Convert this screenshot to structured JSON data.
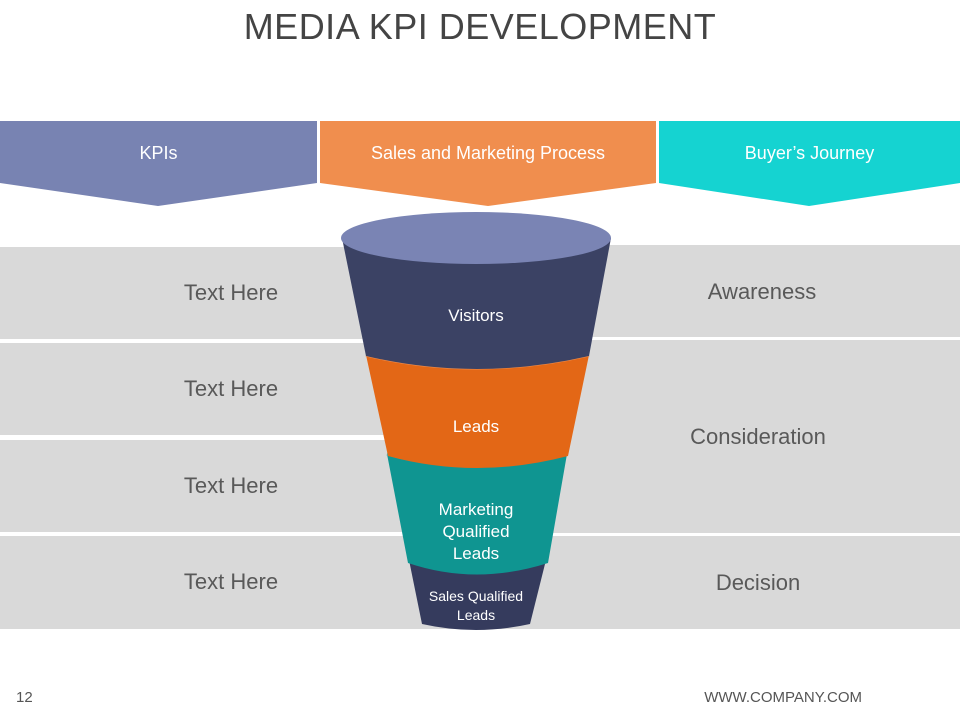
{
  "title": "MEDIA KPI DEVELOPMENT",
  "colors": {
    "kpi_header": "#7883b2",
    "process_header": "#f08e4e",
    "journey_header": "#15d3d1",
    "band": "#d9d9d9",
    "visitors": "#3b4264",
    "visitors_top": "#7a84b4",
    "leads": "#e36716",
    "mql": "#0f9591",
    "sql": "#353b5d"
  },
  "headers": {
    "kpis": "KPIs",
    "process": "Sales and Marketing Process",
    "journey": "Buyer’s Journey"
  },
  "kpi_rows": [
    "Text Here",
    "Text Here",
    "Text Here",
    "Text Here"
  ],
  "funnel": {
    "visitors": "Visitors",
    "leads": "Leads",
    "mql": "Marketing Qualified Leads",
    "sql": "Sales Qualified Leads"
  },
  "journey": {
    "awareness": "Awareness",
    "consideration": "Consideration",
    "decision": "Decision"
  },
  "footer": {
    "page_number": "12",
    "url": "WWW.COMPANY.COM"
  }
}
